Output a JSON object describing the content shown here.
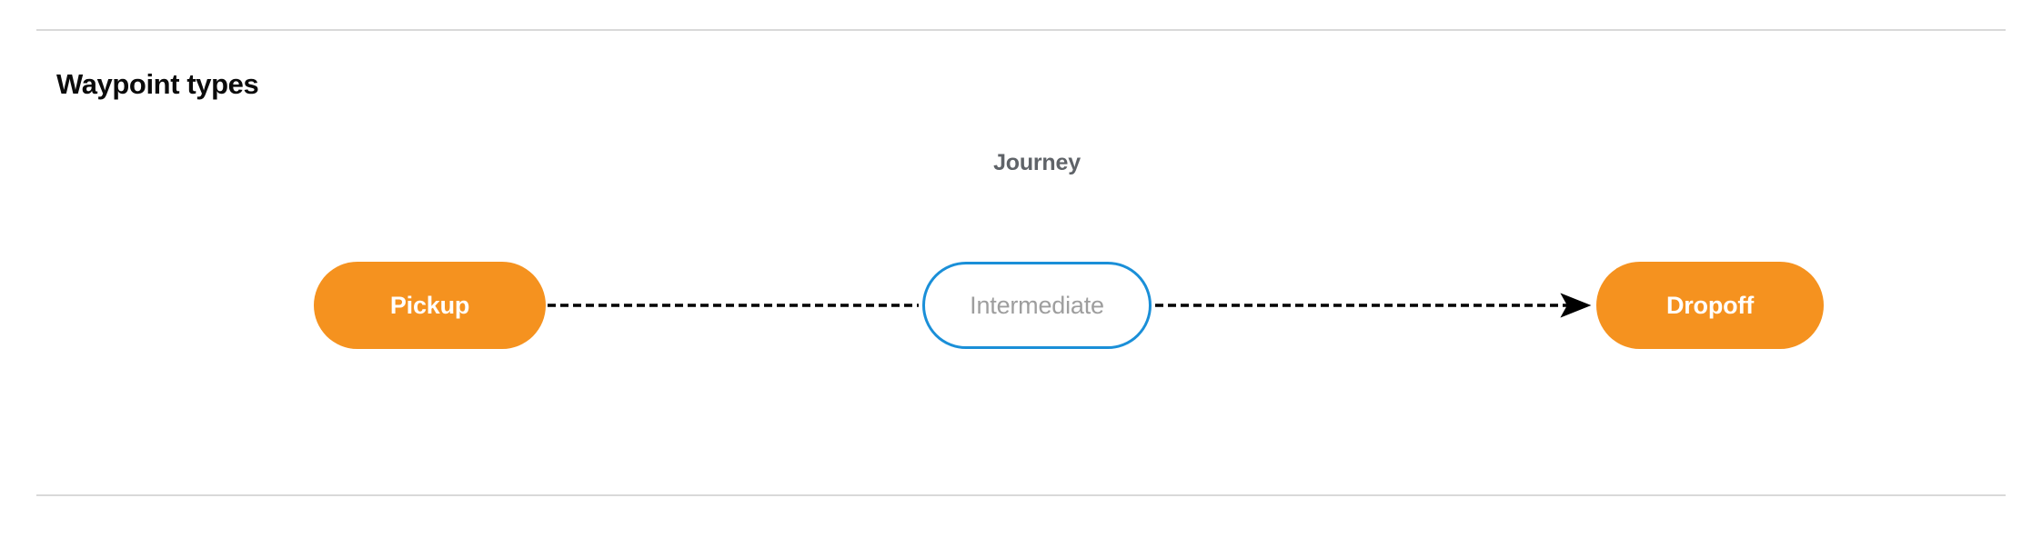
{
  "section": {
    "title": "Waypoint types"
  },
  "diagram": {
    "caption": "Journey",
    "nodes": [
      {
        "id": "pickup",
        "label": "Pickup",
        "style": "filled",
        "fill": "#f5921f",
        "text_color": "#ffffff"
      },
      {
        "id": "intermediate",
        "label": "Intermediate",
        "style": "outline",
        "fill": "#ffffff",
        "border_color": "#1a8fd8",
        "text_color": "#9e9e9e"
      },
      {
        "id": "dropoff",
        "label": "Dropoff",
        "style": "filled",
        "fill": "#f5921f",
        "text_color": "#ffffff"
      }
    ],
    "edges": [
      {
        "from": "pickup",
        "to": "intermediate",
        "style": "dashed",
        "arrow": false,
        "color": "#000000"
      },
      {
        "from": "intermediate",
        "to": "dropoff",
        "style": "dashed",
        "arrow": true,
        "color": "#000000"
      }
    ]
  },
  "theme": {
    "background": "#ffffff",
    "divider_color": "#d9d9d9",
    "title_color": "#0b0b0b",
    "caption_color": "#5f6368",
    "accent_orange": "#f5921f",
    "accent_blue": "#1a8fd8"
  }
}
